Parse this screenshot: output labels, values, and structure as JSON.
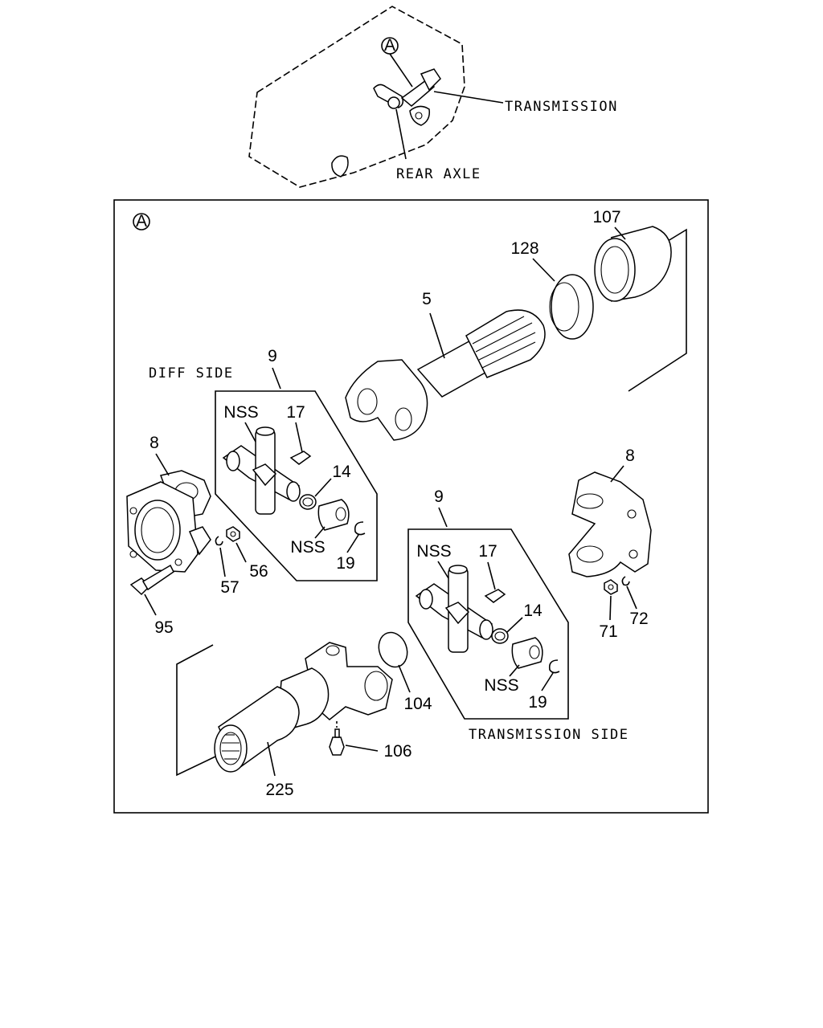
{
  "overview": {
    "circle_marker": "A",
    "transmission_label": "TRANSMISSION",
    "rear_axle_label": "REAR AXLE"
  },
  "detail": {
    "circle_marker": "A",
    "diff_side_label": "DIFF SIDE",
    "transmission_side_label": "TRANSMISSION SIDE"
  },
  "callouts": {
    "p107": "107",
    "p128": "128",
    "p5": "5",
    "p9_diff": "9",
    "nss_diff_1": "NSS",
    "p17_diff": "17",
    "p14_diff": "14",
    "nss_diff_2": "NSS",
    "p19_diff": "19",
    "p8_left": "8",
    "p57": "57",
    "p56": "56",
    "p95": "95",
    "p9_trans": "9",
    "nss_trans_1": "NSS",
    "p17_trans": "17",
    "p14_trans": "14",
    "nss_trans_2": "NSS",
    "p19_trans": "19",
    "p8_right": "8",
    "p71": "71",
    "p72": "72",
    "p104": "104",
    "p106": "106",
    "p225": "225"
  }
}
